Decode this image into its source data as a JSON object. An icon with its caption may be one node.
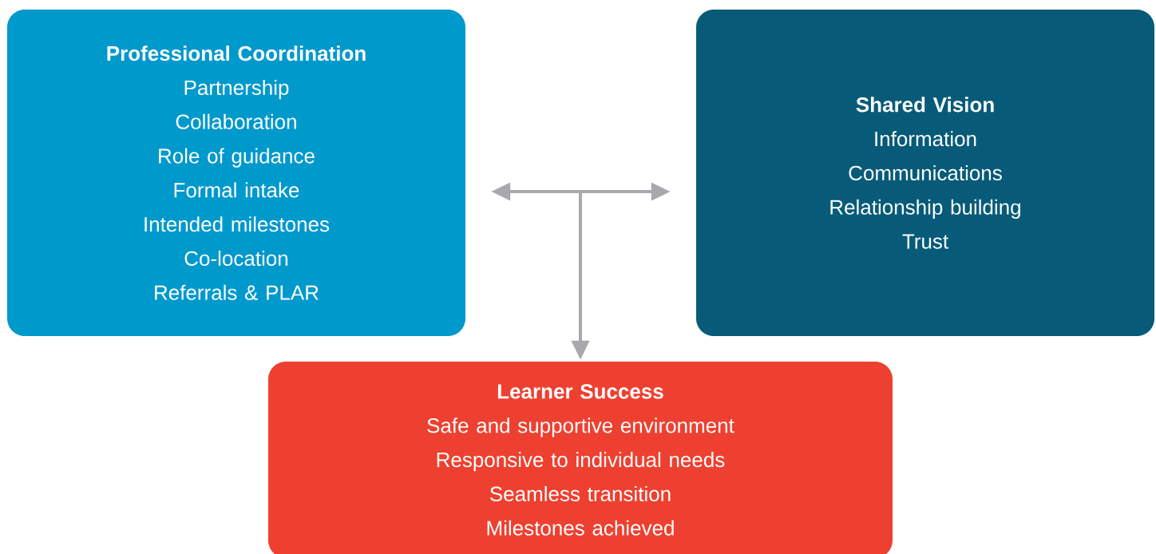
{
  "diagram": {
    "nodes": [
      {
        "text": [
          "Professional Coordination",
          "Partnership",
          "Collaboration",
          "Role of guidance",
          "Formal intake",
          "Intended milestones",
          "Co-location",
          "Referrals & PLAR"
        ]
      },
      {
        "text": [
          "Shared Vision",
          "Information",
          "Communications",
          "Relationship building",
          "Trust"
        ]
      },
      {
        "text": [
          "Learner Success",
          "Safe and supportive environment",
          "Responsive to individual needs",
          "Seamless transition",
          "Milestones achieved"
        ]
      }
    ],
    "edges": [
      {
        "from": 0,
        "to": 1,
        "arrow": "both"
      },
      {
        "from": null,
        "to": 2,
        "arrow": "to"
      }
    ]
  }
}
